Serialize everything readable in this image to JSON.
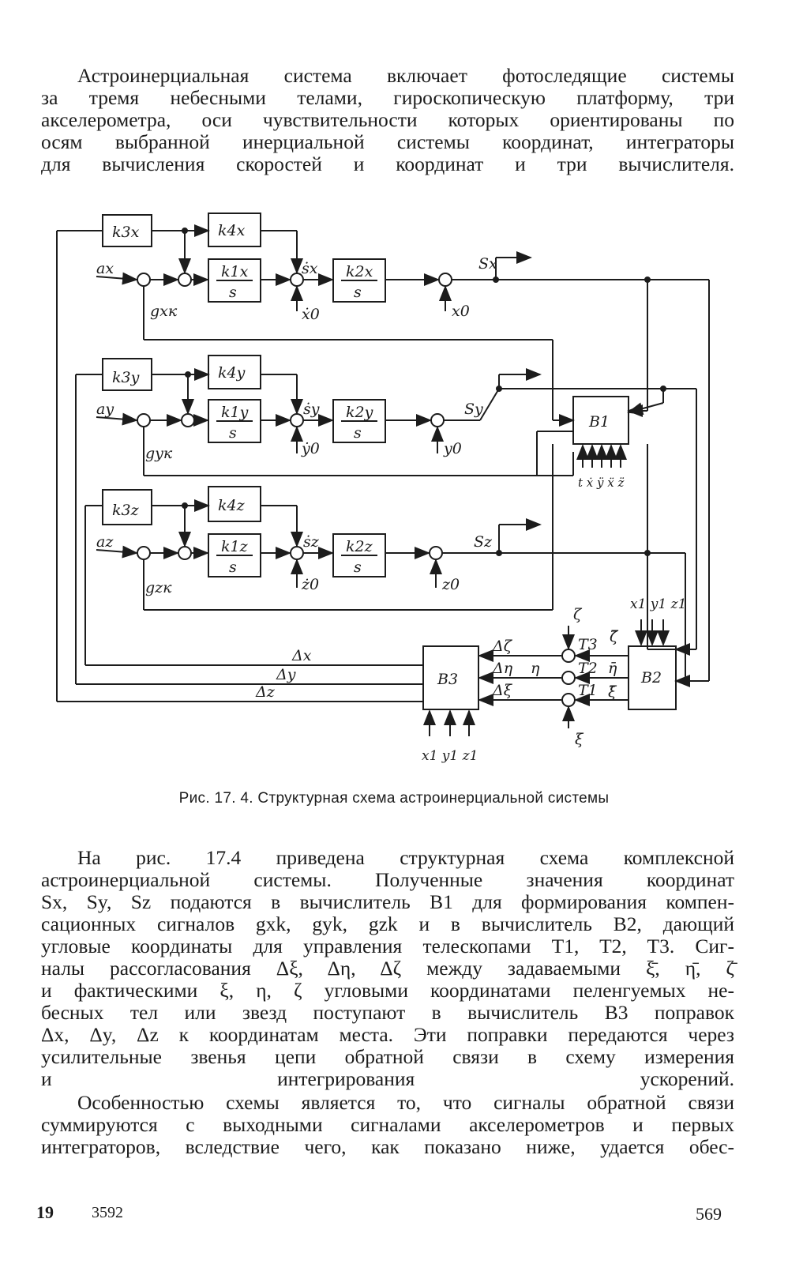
{
  "paragraph1": [
    "Астроинерциальная система включает фотоследящие системы",
    "за тремя небесными телами, гироскопическую платформу, три",
    "акселерометра, оси чувствительности которых ориентированы по",
    "осям выбранной инерциальной системы координат, интеграторы",
    "для вычисления скоростей и координат и три вычислителя."
  ],
  "figure": {
    "caption": "Рис. 17. 4. Структурная схема астроинерциальной системы",
    "blocks": {
      "k3x": "k3x",
      "k4x": "k4x",
      "k1x": "k1x",
      "k2x": "k2x",
      "k3y": "k3y",
      "k4y": "k4y",
      "k1y": "k1y",
      "k2y": "k2y",
      "k3z": "k3z",
      "k4z": "k4z",
      "k1z": "k1z",
      "k2z": "k2z",
      "s": "s",
      "b1": "B1",
      "b2": "B2",
      "b3": "B3"
    },
    "signals": {
      "ax": "ax",
      "ay": "ay",
      "az": "az",
      "gxk": "gxк",
      "gyk": "gyк",
      "gzk": "gzк",
      "sx_dot": "ṡx",
      "sy_dot": "ṡy",
      "sz_dot": "ṡz",
      "x0_dot": "ẋ0",
      "y0_dot": "ẏ0",
      "z0_dot": "ż0",
      "x0": "x0",
      "y0": "y0",
      "z0": "z0",
      "sx": "Sx",
      "sy": "Sy",
      "sz": "Sz",
      "b1_inputs": "t ẋ ÿ ẍ z̈",
      "b2_inputs": "x1 y1 z1",
      "b3_inputs": "x1 y1 z1",
      "dx": "Δx",
      "dy": "Δy",
      "dz": "Δz",
      "dzeta": "Δζ",
      "deta": "Δη",
      "dxi": "Δξ",
      "zeta": "ζ",
      "eta": "η",
      "xi": "ξ",
      "t1": "T1",
      "t2": "T2",
      "t3": "T3",
      "zeta_bar": "ζ̄",
      "eta_bar": "η̄",
      "xi_bar": "ξ̄"
    }
  },
  "paragraph2": [
    "На рис. 17.4 приведена структурная схема комплексной",
    "астроинерциальной системы. Полученные значения координат",
    "Sx, Sy, Sz подаются в вычислитель B1 для формирования компен-",
    "сационных сигналов gxk, gyk, gzk и в вычислитель B2, дающий",
    "угловые координаты для управления телескопами T1, T2, T3. Сиг-",
    "налы рассогласования Δξ, Δη, Δζ между задаваемыми ξ̄, η̄, ζ̄",
    "и фактическими ξ, η, ζ угловыми координатами пеленгуемых не-",
    "бесных тел или звезд поступают в вычислитель B3 поправок",
    "Δx, Δy, Δz к координатам места. Эти поправки передаются через",
    "усилительные звенья цепи обратной связи в схему измерения",
    "и интегрирования ускорений."
  ],
  "paragraph3": [
    "Особенностью схемы является то, что сигналы обратной связи",
    "суммируются с выходными сигналами акселерометров и первых",
    "интеграторов, вследствие чего, как показано ниже, удается обес-"
  ],
  "footer": {
    "signature": "19",
    "code": "3592",
    "page": "569"
  }
}
